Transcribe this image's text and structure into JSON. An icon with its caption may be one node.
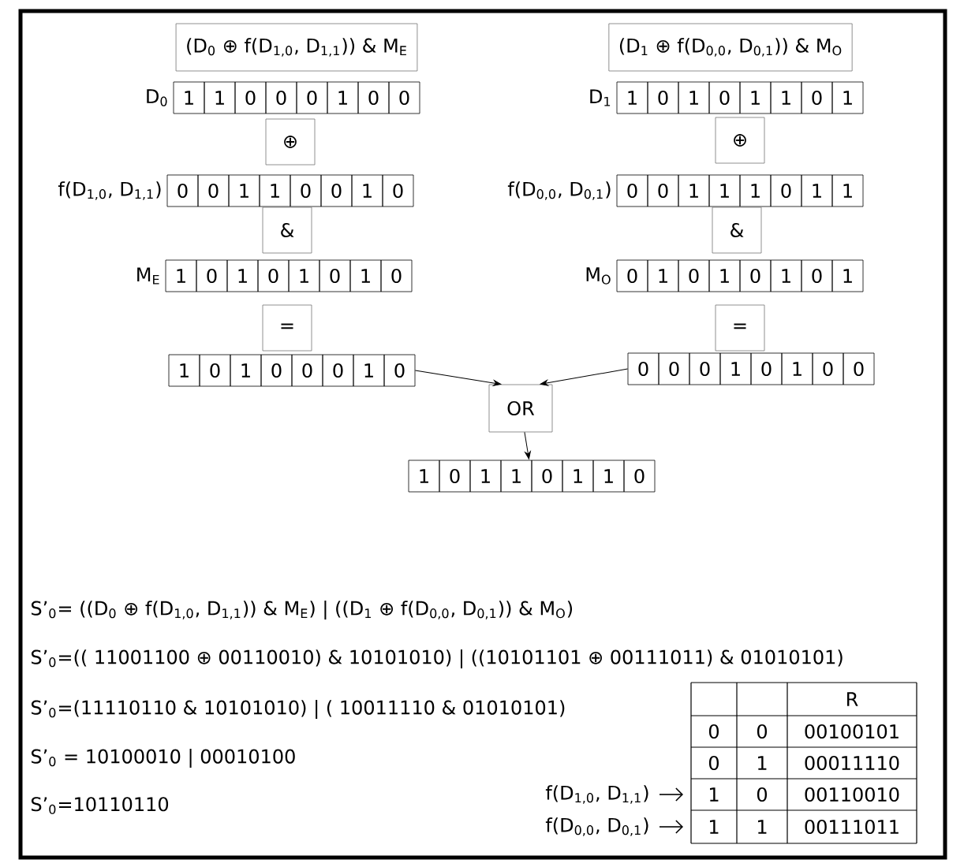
{
  "diagram": {
    "nodes": [
      {
        "text": [
          "(D$_{0}$ ⊕ f(D$_{1,0}$, D$_{1,1}$)) & M$_{E}$"
        ]
      },
      {
        "text": [
          "(D$_{1}$ ⊕ f(D$_{0,0}$, D$_{0,1}$)) & M$_{O}$"
        ]
      },
      {
        "text": [
          "1",
          "1",
          "0",
          "0",
          "0",
          "1",
          "0",
          "0"
        ],
        "beside": [
          "D$_{0}$"
        ]
      },
      {
        "text": [
          "⊕"
        ]
      },
      {
        "text": [
          "0",
          "0",
          "1",
          "1",
          "0",
          "0",
          "1",
          "0"
        ],
        "beside": [
          "f(D$_{1,0}$, D$_{1,1}$)"
        ]
      },
      {
        "text": [
          "&"
        ]
      },
      {
        "text": [
          "1",
          "0",
          "1",
          "0",
          "1",
          "0",
          "1",
          "0"
        ],
        "beside": [
          "M$_{E}$"
        ]
      },
      {
        "text": [
          "="
        ]
      },
      {
        "text": [
          "1",
          "0",
          "1",
          "0",
          "0",
          "0",
          "1",
          "0"
        ]
      },
      {
        "text": [
          "1",
          "0",
          "1",
          "0",
          "1",
          "1",
          "0",
          "1"
        ],
        "beside": [
          "D$_{1}$"
        ]
      },
      {
        "text": [
          "⊕"
        ]
      },
      {
        "text": [
          "0",
          "0",
          "1",
          "1",
          "1",
          "0",
          "1",
          "1"
        ],
        "beside": [
          "f(D$_{0,0}$, D$_{0,1}$)"
        ]
      },
      {
        "text": [
          "&"
        ]
      },
      {
        "text": [
          "0",
          "1",
          "0",
          "1",
          "0",
          "1",
          "0",
          "1"
        ],
        "beside": [
          "M$_{O}$"
        ]
      },
      {
        "text": [
          "="
        ]
      },
      {
        "text": [
          "0",
          "0",
          "0",
          "1",
          "0",
          "1",
          "0",
          "0"
        ]
      },
      {
        "text": [
          "OR"
        ]
      },
      {
        "text": [
          "1",
          "0",
          "1",
          "1",
          "0",
          "1",
          "1",
          "0"
        ]
      }
    ],
    "edges": [
      {
        "from": 8,
        "to": 16,
        "arrow": "to"
      },
      {
        "from": 15,
        "to": 16,
        "arrow": "to"
      },
      {
        "from": 16,
        "to": 17,
        "arrow": "to"
      }
    ],
    "labels": [
      "S’$_{0}$= ((D$_{0}$ ⊕ f(D$_{1,0}$, D$_{1,1}$)) & M$_{E}$) | ((D$_{1}$ ⊕ f(D$_{0,0}$, D$_{0,1}$)) & M$_{O}$)",
      "S’$_{0}$=(( 11001100 ⊕ 00110010) & 10101010) | ((10101101 ⊕ 00111011) & 01010101)",
      "S’$_{0}$=(11110110 & 10101010) | ( 10011110 & 01010101)",
      "S’$_{0}$ = 10100010 | 00010100",
      "S’$_{0}$=10110110",
      "R",
      "0",
      "0",
      "00100101",
      "0",
      "1",
      "00011110",
      "f(D$_{1,0}$, D$_{1,1}$)",
      "1",
      "0",
      "00110010",
      "f(D$_{0,0}$, D$_{0,1}$)",
      "1",
      "1",
      "00111011"
    ]
  }
}
